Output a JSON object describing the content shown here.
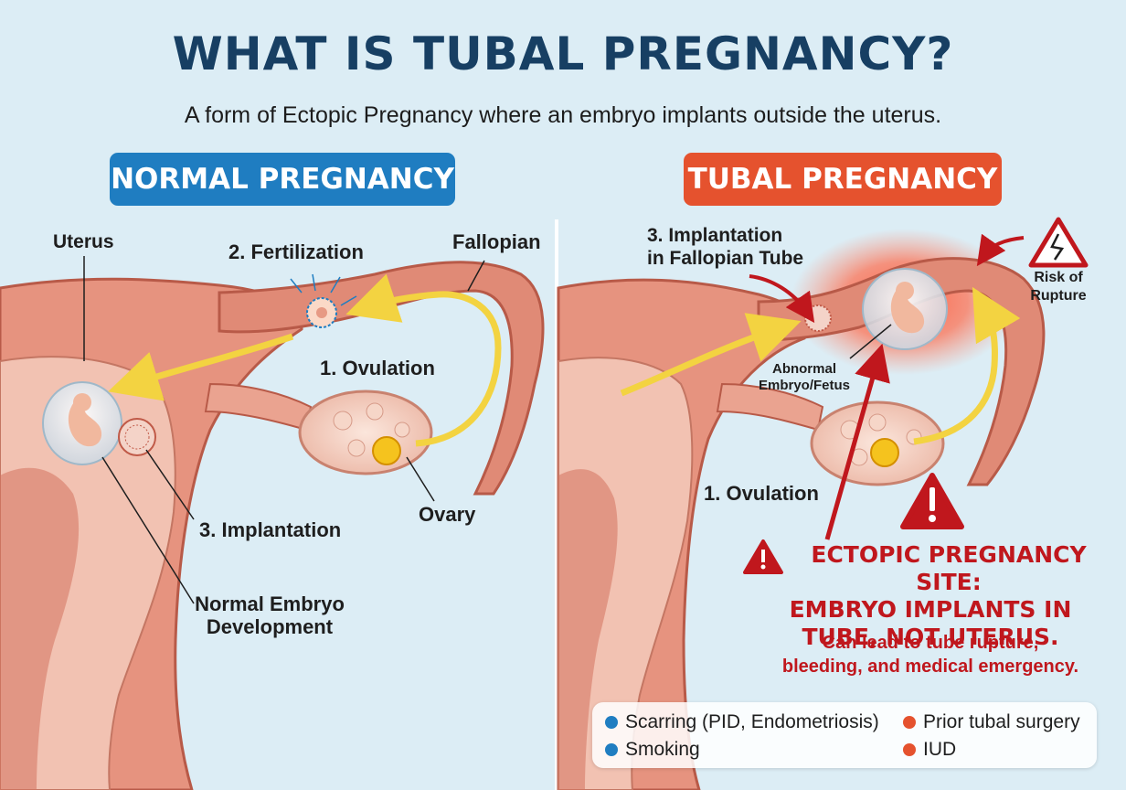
{
  "title": "WHAT IS TUBAL PREGNANCY?",
  "subtitle": "A form of Ectopic Pregnancy where an embryo implants outside the uterus.",
  "colors": {
    "normal_accent": "#1f7dc1",
    "tubal_accent": "#e5522e",
    "warning_red": "#c0171d",
    "arrow_yellow": "#f3d341"
  },
  "normal": {
    "header": "NORMAL PREGNANCY",
    "labels": {
      "uterus": "Uterus",
      "fertilization": "2. Fertilization",
      "fallopian": "Fallopian",
      "ovulation": "1. Ovulation",
      "ovary": "Ovary",
      "implantation": "3. Implantation",
      "embryo_line1": "Normal Embryo",
      "embryo_line2": "Development"
    }
  },
  "tubal": {
    "header": "TUBAL PREGNANCY",
    "labels": {
      "implant_line1": "3. Implantation",
      "implant_line2": "in Fallopian Tube",
      "abnormal_line1": "Abnormal",
      "abnormal_line2": "Embryo/Fetus",
      "ovulation": "1. Ovulation",
      "risk_line1": "Risk of",
      "risk_line2": "Rupture"
    },
    "warning": {
      "line1": "ECTOPIC PREGNANCY SITE:",
      "line2": "EMBRYO IMPLANTS IN",
      "line3": "TUBE, NOT UTERUS.",
      "sub_line1": "Can lead to tube rupture,",
      "sub_line2": "bleeding, and medical emergency."
    }
  },
  "risk_factors": [
    {
      "label": "Scarring (PID, Endometriosis)",
      "color": "#1f7dc1"
    },
    {
      "label": "Smoking",
      "color": "#1f7dc1"
    },
    {
      "label": "Prior tubal surgery",
      "color": "#e5522e"
    },
    {
      "label": "IUD",
      "color": "#e5522e"
    }
  ]
}
